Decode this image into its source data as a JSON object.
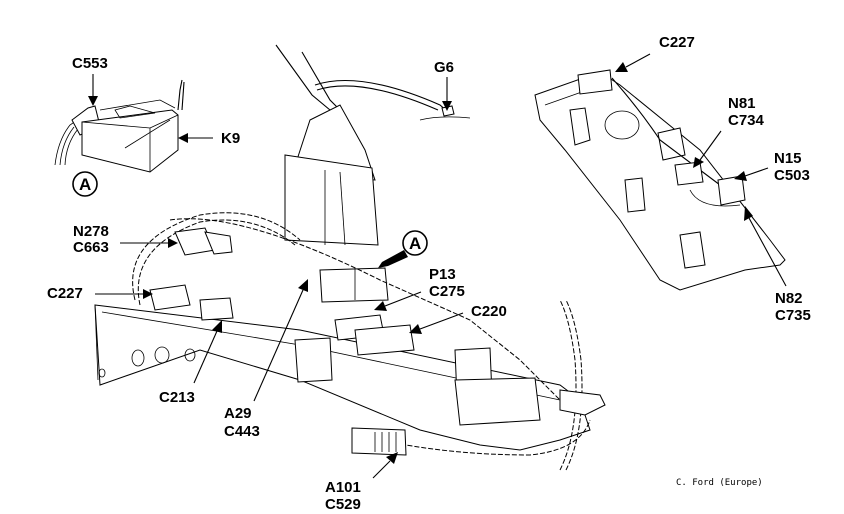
{
  "diagram": {
    "title": "Wiring harness component location diagram",
    "credit": "C. Ford (Europe)",
    "detail_callout": "A",
    "labels": {
      "c553": "C553",
      "k9": "K9",
      "g6": "G6",
      "c227_top": "C227",
      "n81": "N81",
      "c734": "C734",
      "n15": "N15",
      "c503": "C503",
      "n82": "N82",
      "c735": "C735",
      "n278": "N278",
      "c663": "C663",
      "c227_left": "C227",
      "p13": "P13",
      "c275": "C275",
      "c220": "C220",
      "c213": "C213",
      "a29": "A29",
      "c443": "C443",
      "a101": "A101",
      "c529": "C529"
    }
  }
}
